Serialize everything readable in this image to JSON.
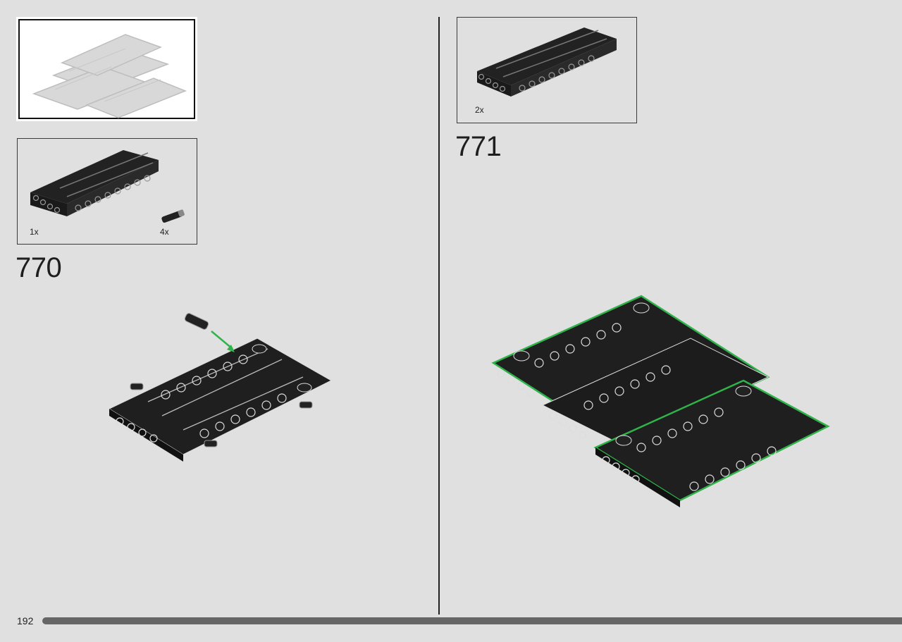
{
  "left_page": {
    "step_number": "770",
    "parts": [
      {
        "qty": "1x",
        "icon": "beam-panel-black"
      },
      {
        "qty": "4x",
        "icon": "connector-pin-black"
      }
    ]
  },
  "right_page": {
    "step_number": "771",
    "parts": [
      {
        "qty": "2x",
        "icon": "beam-panel-black"
      }
    ]
  },
  "footer": {
    "page_number": "192",
    "progress_fraction": 0.98
  },
  "colors": {
    "background": "#e0e0e0",
    "part_black": "#1f1f1f",
    "highlight_green": "#2fb34a"
  }
}
